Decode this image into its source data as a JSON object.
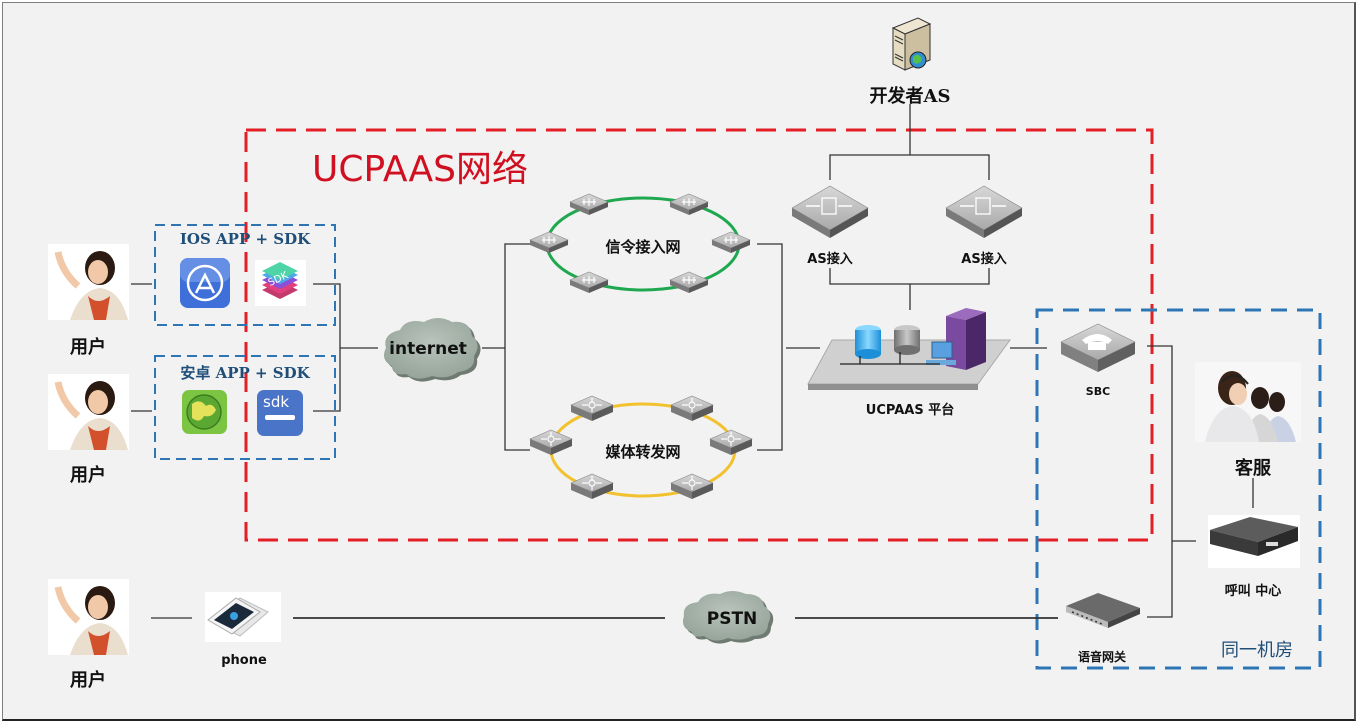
{
  "diagram": {
    "title": "UCPAAS网络",
    "colors": {
      "ucpaas_boundary": "#e31e24",
      "app_box": "#2e75b6",
      "same_room_box": "#2e75b6",
      "signaling_ring": "#1fa84f",
      "media_ring": "#f2c12e",
      "cloud": "#a8b4ac",
      "background": "#f2f2f2",
      "line": "#333333"
    },
    "users": [
      {
        "label": "用户"
      },
      {
        "label": "用户"
      },
      {
        "label": "用户"
      }
    ],
    "app_groups": [
      {
        "title": "IOS APP + SDK",
        "icons": [
          "app-store-icon",
          "sdk-layers-icon"
        ]
      },
      {
        "title": "安卓 APP + SDK",
        "icons": [
          "android-puzzle-icon",
          "sdk-wrench-icon"
        ]
      }
    ],
    "sdk_badge_text": "SDK",
    "sdk_wrench_text": "sdk",
    "internet": {
      "label": "internet"
    },
    "signaling_network": {
      "label": "信令接入网",
      "switch_count": 6
    },
    "media_network": {
      "label": "媒体转发网",
      "switch_count": 6
    },
    "developer_as": {
      "label": "开发者AS"
    },
    "as_access": [
      {
        "label": "AS接入"
      },
      {
        "label": "AS接入"
      }
    ],
    "platform": {
      "label": "UCPAAS 平台"
    },
    "sbc": {
      "label": "SBC"
    },
    "customer_service": {
      "label": "客服"
    },
    "call_center": {
      "label": "呼叫 中心"
    },
    "voice_gateway": {
      "label": "语音网关"
    },
    "same_room": {
      "label": "同一机房"
    },
    "phone": {
      "label": "phone"
    },
    "pstn": {
      "label": "PSTN"
    }
  }
}
